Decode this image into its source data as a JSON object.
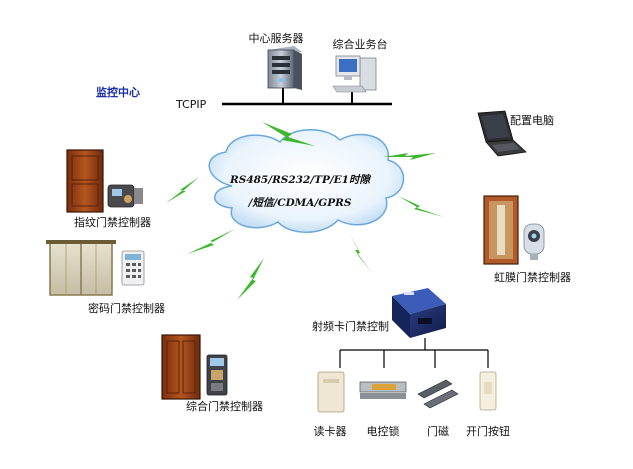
{
  "nodes": {
    "center_server": "中心服务器",
    "business_station": "综合业务台",
    "monitor_center": "监控中心",
    "tcpip": "TCPIP",
    "config_pc": "配置电脑",
    "fingerprint_ctrl": "指纹门禁控制器",
    "password_ctrl": "密码门禁控制器",
    "iris_ctrl": "虹膜门禁控制器",
    "rfid_ctrl": "射频卡门禁控制",
    "combined_ctrl": "综合门禁控制器",
    "card_reader": "读卡器",
    "electric_lock": "电控锁",
    "door_magnet": "门磁",
    "exit_button": "开门按钮"
  },
  "cloud": {
    "line1": "RS485/RS232/TP/E1时隙",
    "line2": "/短信/CDMA/GPRS"
  },
  "colors": {
    "lightning": "#3db82e",
    "cloud_edge": "#6aa8dc",
    "accent_blue": "#1a2fa8"
  }
}
